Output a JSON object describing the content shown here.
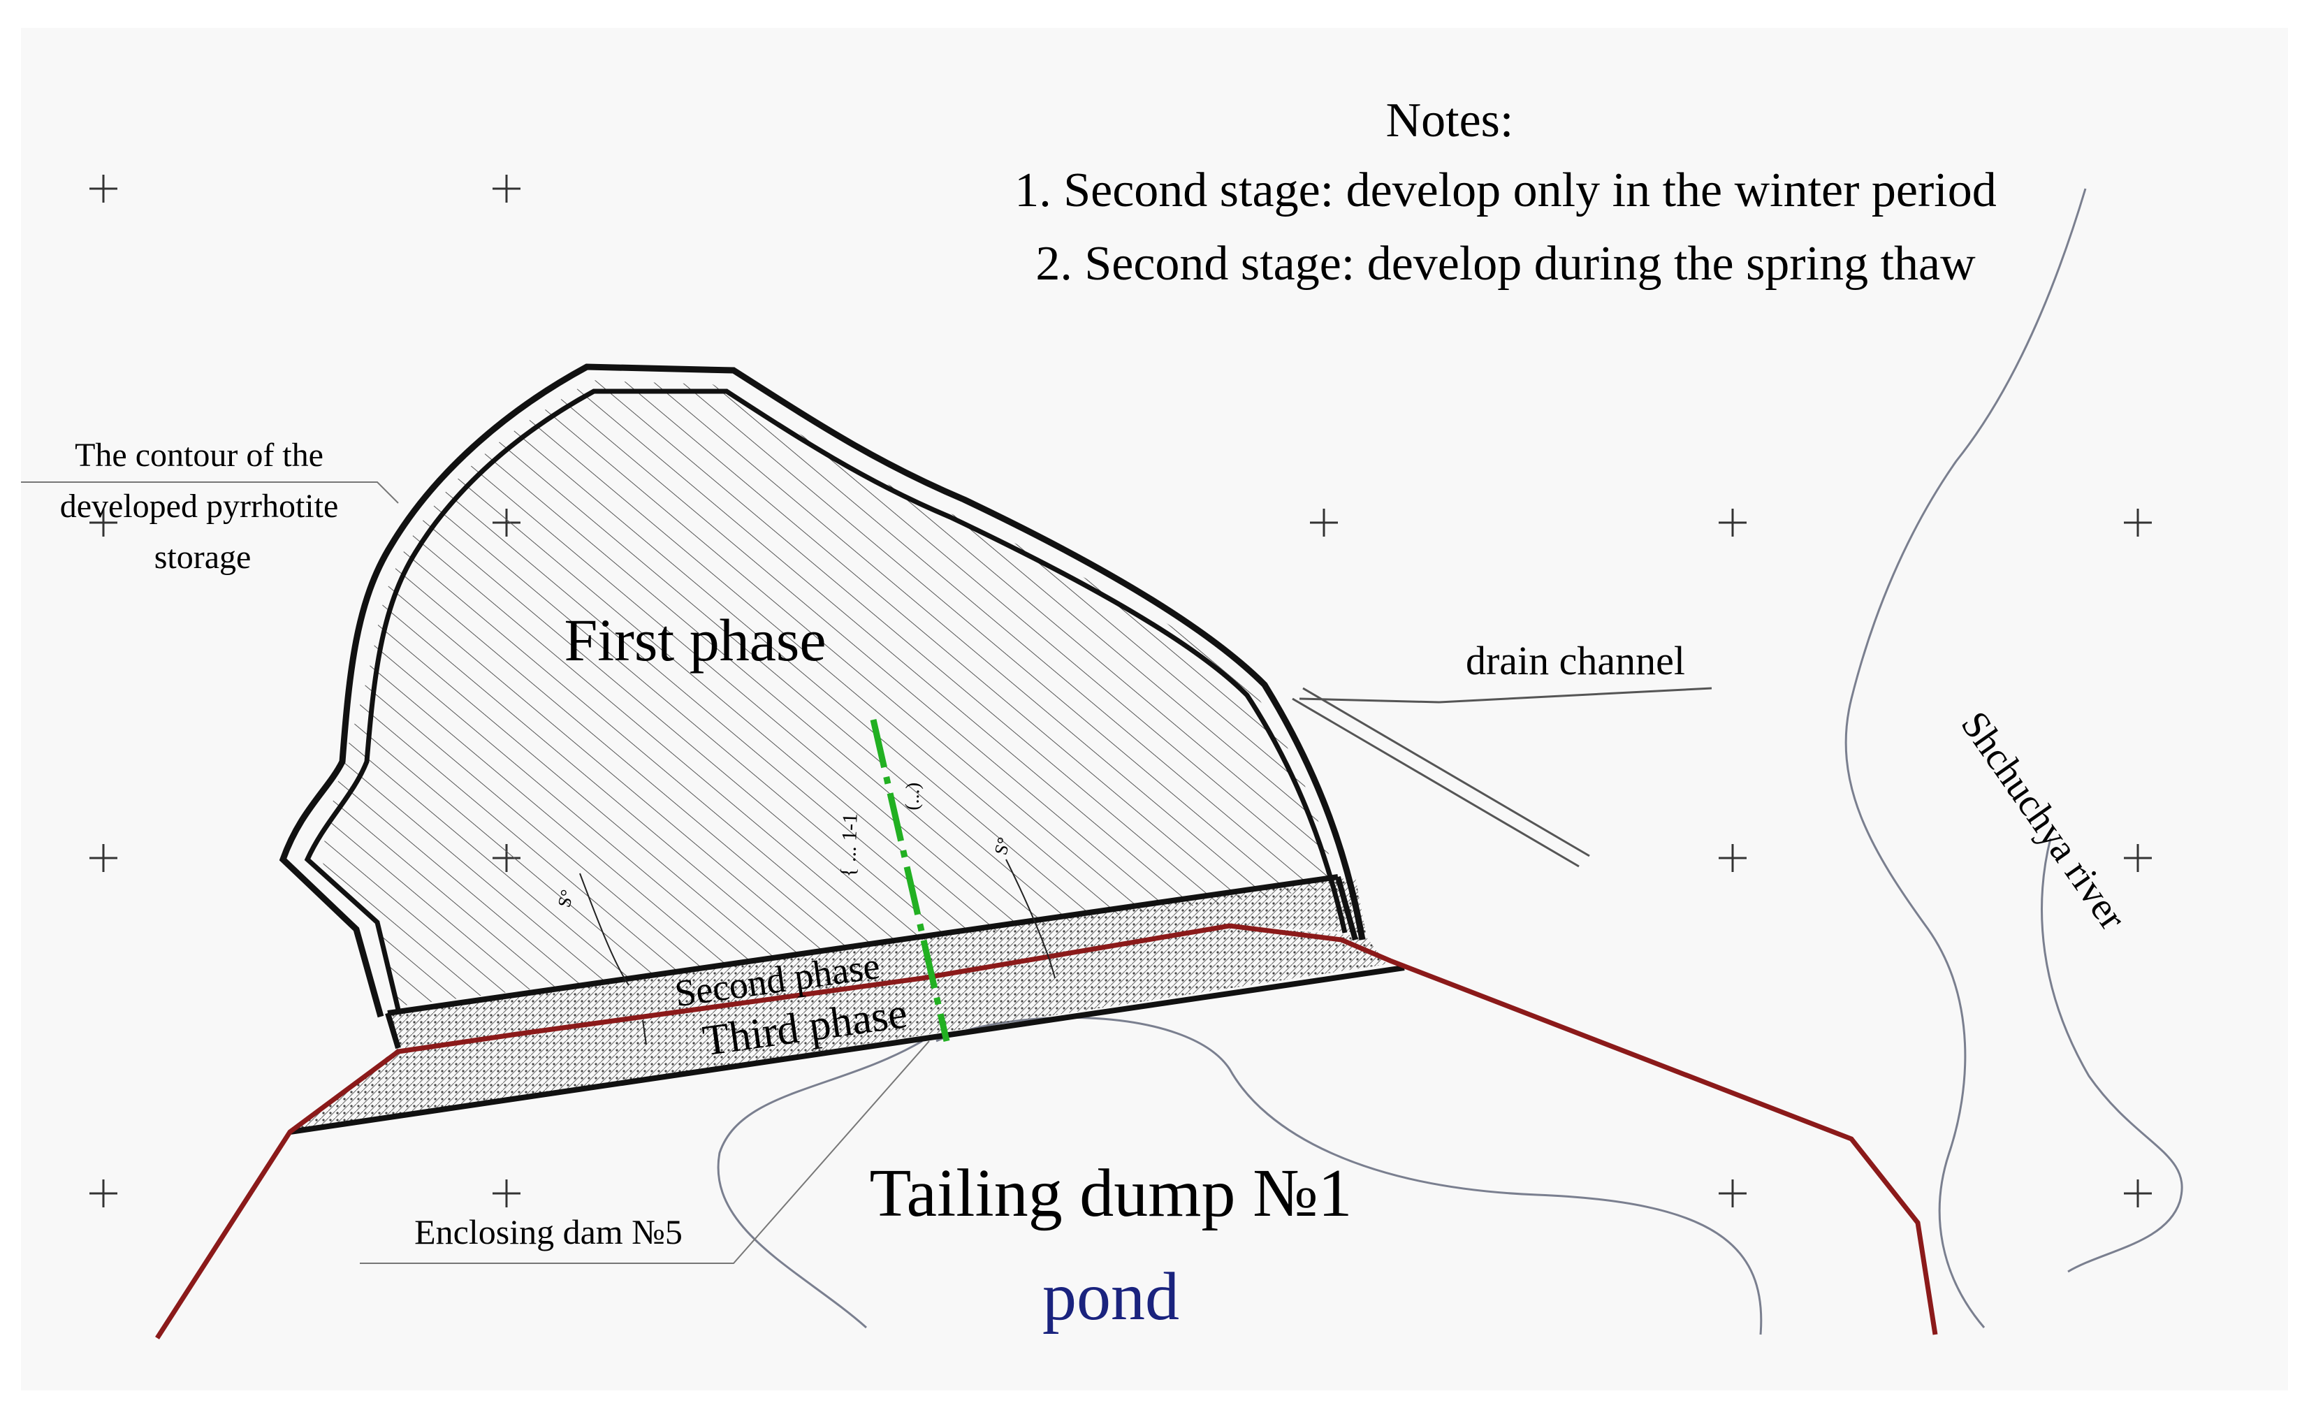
{
  "notes": {
    "heading": "Notes:",
    "items": [
      "1. Second stage: develop only in the winter period",
      "2. Second stage: develop during the spring thaw"
    ]
  },
  "labels": {
    "contour": [
      "The contour of the",
      "developed pyrrhotite",
      "storage"
    ],
    "first_phase": "First phase",
    "second_phase": "Second phase",
    "third_phase": "Third phase",
    "drain_channel": "drain channel",
    "river": "Shchuchya river",
    "enclosing_dam": "Enclosing dam №5",
    "tailing_dump": "Tailing dump №1",
    "pond": "pond",
    "section_mark": "{  ...  1-1",
    "section_sub": "(...)",
    "slope_mark_left": "S°",
    "slope_mark_right": "S°"
  },
  "colors": {
    "dam_line": "#8b1a1a",
    "section_line": "#22b022",
    "pond_text": "#1a237e",
    "outline": "#111111",
    "thin_line": "#7a7f8f"
  }
}
